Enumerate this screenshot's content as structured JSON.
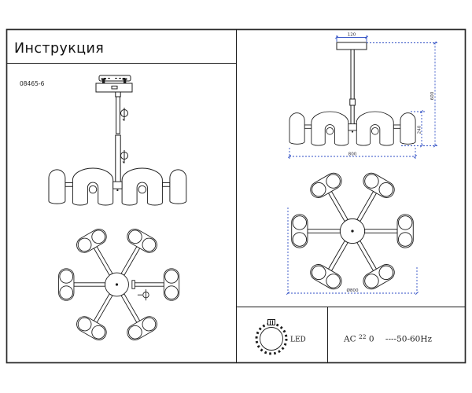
{
  "document": {
    "title": "Инструкция",
    "model": "08465-6"
  },
  "dimensions": {
    "canopy_width": "120",
    "overall_height": "600",
    "shade_height": "240",
    "fixture_width": "800",
    "fixture_diameter": "Ø800"
  },
  "spec": {
    "lamp_type": "LED",
    "power_prefix": "AC",
    "power_sup": "22",
    "power_mid": "0",
    "power_freq": "----50-60Hz"
  },
  "icons": {
    "screw": "screw-rotation-icon",
    "led_ring": "led-ring-icon"
  },
  "colors": {
    "line": "#1c1c1c",
    "dimension": "#2e4ec4"
  }
}
